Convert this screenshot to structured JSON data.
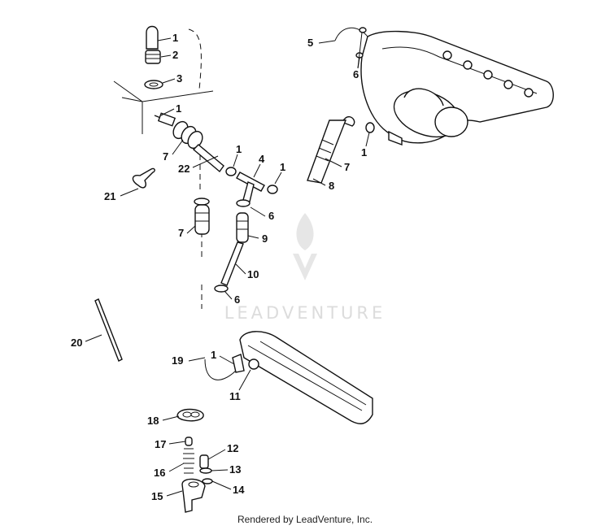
{
  "watermark": {
    "brand": "LEADVENTURE"
  },
  "footer": {
    "text": "Rendered by LeadVenture, Inc."
  },
  "callouts": [
    {
      "id": "c-1a",
      "text": "1"
    },
    {
      "id": "c-2",
      "text": "2"
    },
    {
      "id": "c-3",
      "text": "3"
    },
    {
      "id": "c-1b",
      "text": "1"
    },
    {
      "id": "c-7a",
      "text": "7"
    },
    {
      "id": "c-22",
      "text": "22"
    },
    {
      "id": "c-1c",
      "text": "1"
    },
    {
      "id": "c-4",
      "text": "4"
    },
    {
      "id": "c-1d",
      "text": "1"
    },
    {
      "id": "c-21",
      "text": "21"
    },
    {
      "id": "c-7b",
      "text": "7"
    },
    {
      "id": "c-6a",
      "text": "6"
    },
    {
      "id": "c-9",
      "text": "9"
    },
    {
      "id": "c-10",
      "text": "10"
    },
    {
      "id": "c-6b",
      "text": "6"
    },
    {
      "id": "c-5",
      "text": "5"
    },
    {
      "id": "c-6c",
      "text": "6"
    },
    {
      "id": "c-1e",
      "text": "1"
    },
    {
      "id": "c-7c",
      "text": "7"
    },
    {
      "id": "c-8",
      "text": "8"
    },
    {
      "id": "c-20",
      "text": "20"
    },
    {
      "id": "c-19",
      "text": "19"
    },
    {
      "id": "c-1f",
      "text": "1"
    },
    {
      "id": "c-11",
      "text": "11"
    },
    {
      "id": "c-18",
      "text": "18"
    },
    {
      "id": "c-17",
      "text": "17"
    },
    {
      "id": "c-12",
      "text": "12"
    },
    {
      "id": "c-16",
      "text": "16"
    },
    {
      "id": "c-13",
      "text": "13"
    },
    {
      "id": "c-14",
      "text": "14"
    },
    {
      "id": "c-15",
      "text": "15"
    }
  ]
}
